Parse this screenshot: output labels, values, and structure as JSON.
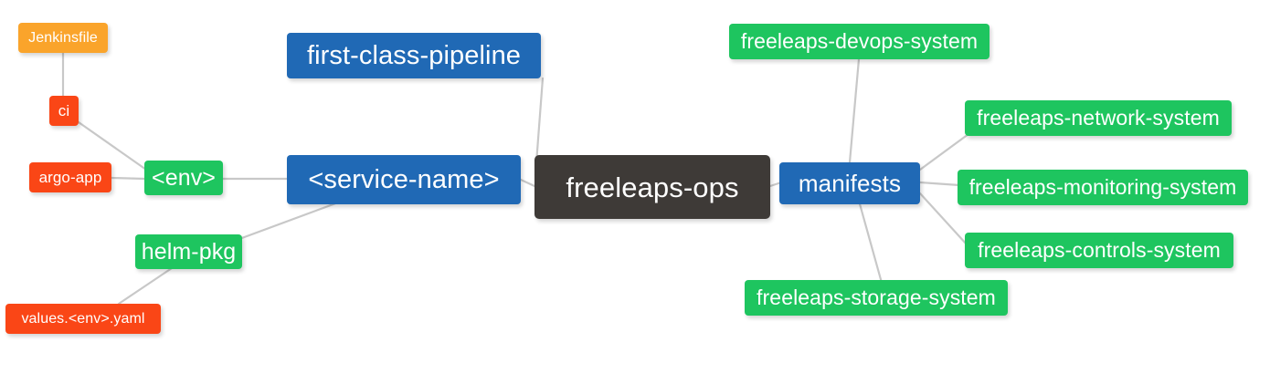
{
  "diagram": {
    "type": "mindmap",
    "title": "freeleaps-ops",
    "background_color": "#ffffff",
    "edge_color": "#c8c8c8",
    "palette": {
      "root": "#3e3a37",
      "level1": "#2069b5",
      "level2": "#1ec55f",
      "level3_red": "#fa4616",
      "level3_orange": "#faa42b",
      "text": "#ffffff"
    }
  },
  "nodes": {
    "root": {
      "label": "freeleaps-ops",
      "level": 0,
      "color": "#3e3a37"
    },
    "first_class_pipeline": {
      "label": "first-class-pipeline",
      "level": 1,
      "color": "#2069b5"
    },
    "service_name": {
      "label": "<service-name>",
      "level": 1,
      "color": "#2069b5"
    },
    "manifests": {
      "label": "manifests",
      "level": 1,
      "color": "#2069b5"
    },
    "env": {
      "label": "<env>",
      "level": 2,
      "color": "#1ec55f"
    },
    "helm_pkg": {
      "label": "helm-pkg",
      "level": 2,
      "color": "#1ec55f"
    },
    "devops_system": {
      "label": "freeleaps-devops-system",
      "level": 2,
      "color": "#1ec55f"
    },
    "network_system": {
      "label": "freeleaps-network-system",
      "level": 2,
      "color": "#1ec55f"
    },
    "monitoring_system": {
      "label": "freeleaps-monitoring-system",
      "level": 2,
      "color": "#1ec55f"
    },
    "controls_system": {
      "label": "freeleaps-controls-system",
      "level": 2,
      "color": "#1ec55f"
    },
    "storage_system": {
      "label": "freeleaps-storage-system",
      "level": 2,
      "color": "#1ec55f"
    },
    "jenkinsfile": {
      "label": "Jenkinsfile",
      "level": 3,
      "color": "#faa42b"
    },
    "ci": {
      "label": "ci",
      "level": 3,
      "color": "#fa4616"
    },
    "argo_app": {
      "label": "argo-app",
      "level": 3,
      "color": "#fa4616"
    },
    "values_yaml": {
      "label": "values.<env>.yaml",
      "level": 3,
      "color": "#fa4616"
    }
  },
  "edges": [
    {
      "from": "root",
      "to": "first_class_pipeline"
    },
    {
      "from": "root",
      "to": "service_name"
    },
    {
      "from": "root",
      "to": "manifests"
    },
    {
      "from": "service_name",
      "to": "env"
    },
    {
      "from": "service_name",
      "to": "helm_pkg"
    },
    {
      "from": "env",
      "to": "ci"
    },
    {
      "from": "env",
      "to": "argo_app"
    },
    {
      "from": "ci",
      "to": "jenkinsfile"
    },
    {
      "from": "helm_pkg",
      "to": "values_yaml"
    },
    {
      "from": "manifests",
      "to": "devops_system"
    },
    {
      "from": "manifests",
      "to": "network_system"
    },
    {
      "from": "manifests",
      "to": "monitoring_system"
    },
    {
      "from": "manifests",
      "to": "controls_system"
    },
    {
      "from": "manifests",
      "to": "storage_system"
    }
  ]
}
